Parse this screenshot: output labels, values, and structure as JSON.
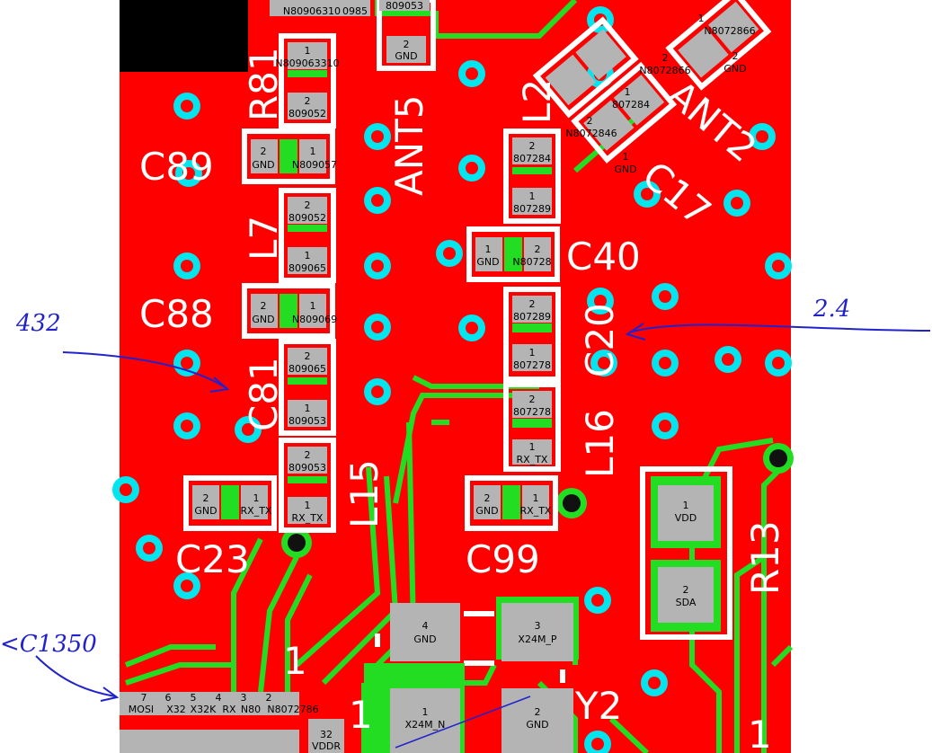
{
  "components": [
    {
      "ref": "R81",
      "pads": [
        {
          "num": "1",
          "net": "N809063310"
        },
        {
          "num": "2",
          "net": "809052"
        }
      ]
    },
    {
      "ref": "ANT5",
      "pads": [
        {
          "num": "2",
          "net": "GND"
        }
      ]
    },
    {
      "ref": "C89",
      "pads": [
        {
          "num": "2",
          "net": "GND"
        },
        {
          "num": "1",
          "net": "N809057"
        }
      ]
    },
    {
      "ref": "L7",
      "pads": [
        {
          "num": "2",
          "net": "809052"
        },
        {
          "num": "1",
          "net": "809065"
        }
      ]
    },
    {
      "ref": "C88",
      "pads": [
        {
          "num": "2",
          "net": "GND"
        },
        {
          "num": "1",
          "net": "N809069"
        }
      ]
    },
    {
      "ref": "C81",
      "pads": [
        {
          "num": "2",
          "net": "809065"
        },
        {
          "num": "1",
          "net": "809053"
        }
      ]
    },
    {
      "ref": "L15",
      "pads": [
        {
          "num": "2",
          "net": "809053"
        },
        {
          "num": "1",
          "net": "RX_TX"
        }
      ]
    },
    {
      "ref": "C23",
      "pads": [
        {
          "num": "2",
          "net": "GND"
        },
        {
          "num": "1",
          "net": "RX_TX"
        }
      ]
    },
    {
      "ref": "L2",
      "pads": [
        {
          "num": "2",
          "net": "807284"
        },
        {
          "num": "1",
          "net": "807289"
        }
      ]
    },
    {
      "ref": "C40",
      "pads": [
        {
          "num": "1",
          "net": "GND"
        },
        {
          "num": "2",
          "net": "N80728"
        }
      ]
    },
    {
      "ref": "C20",
      "pads": [
        {
          "num": "2",
          "net": "807289"
        },
        {
          "num": "1",
          "net": "807278"
        }
      ]
    },
    {
      "ref": "L16",
      "pads": [
        {
          "num": "2",
          "net": "807278"
        },
        {
          "num": "1",
          "net": "RX_TX"
        }
      ]
    },
    {
      "ref": "C99",
      "pads": [
        {
          "num": "2",
          "net": "GND"
        },
        {
          "num": "1",
          "net": "RX_TX"
        }
      ]
    },
    {
      "ref": "ANT2",
      "pads": [
        {
          "num": "1",
          "net": "N8072866"
        },
        {
          "num": "2",
          "net": "GND"
        }
      ]
    },
    {
      "ref": "C17",
      "pads": [
        {
          "num": "2",
          "net": "N8072846"
        },
        {
          "num": "1",
          "net": "GND"
        }
      ]
    },
    {
      "ref": "R13",
      "pads": [
        {
          "num": "1",
          "net": "VDD"
        },
        {
          "num": "2",
          "net": "SDA"
        }
      ]
    },
    {
      "ref": "Y2",
      "pads": [
        {
          "num": "4",
          "net": "GND"
        },
        {
          "num": "3",
          "net": "X24M_P"
        },
        {
          "num": "1",
          "net": "X24M_N"
        },
        {
          "num": "2",
          "net": "GND"
        }
      ]
    }
  ],
  "top_partial": {
    "a": "N809063",
    "b": "10",
    "c": "0985",
    "d": "809053"
  },
  "extra_pad_labels": {
    "n8072866": "N8072866",
    "n807284x": "807284",
    "n8072846b": "N8072846"
  },
  "ic_pins": [
    {
      "num": "7",
      "net": "MOSI"
    },
    {
      "num": "6",
      "net": "X32"
    },
    {
      "num": "5",
      "net": "X32K"
    },
    {
      "num": "4",
      "net": "RX"
    },
    {
      "num": "3",
      "net": "N80"
    },
    {
      "num": "2",
      "net": "N8072786"
    },
    {
      "num": "32",
      "net": "VDDR"
    }
  ],
  "pin_one_markers": [
    "1",
    "1",
    "1"
  ],
  "annotations": {
    "left": "432",
    "right": "2.4",
    "bottom_left": "<C1350"
  },
  "colors": {
    "board": "#ff0000",
    "trace": "#22dd22",
    "pad": "#b4b4b4",
    "outline": "#ffffff",
    "via": "#00e5ee",
    "ink": "#2222cc"
  }
}
